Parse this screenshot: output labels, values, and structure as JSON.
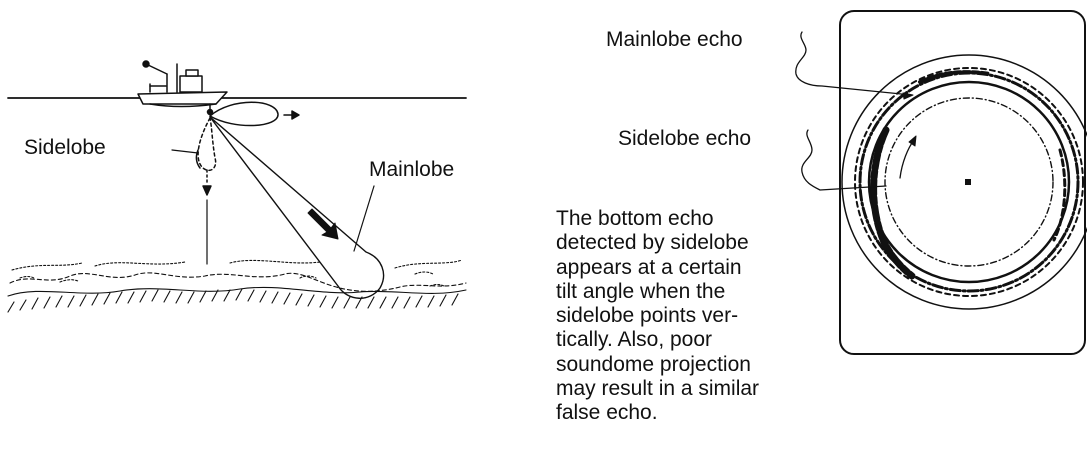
{
  "left_figure": {
    "sidelobe_label": "Sidelobe",
    "mainlobe_label": "Mainlobe"
  },
  "right_figure": {
    "mainlobe_echo_label": "Mainlobe echo",
    "sidelobe_echo_label": "Sidelobe echo"
  },
  "note": {
    "lines": [
      "The bottom echo",
      "detected by sidelobe",
      "appears at a certain",
      "tilt angle when the",
      "sidelobe points ver-",
      "tically. Also, poor",
      "soundome projection",
      "may result in a similar",
      "false echo."
    ]
  },
  "colors": {
    "ink": "#111111",
    "background": "#ffffff"
  },
  "icons": [
    "ship-icon",
    "arrow-right-icon",
    "arrow-down-icon",
    "mainlobe-direction-arrow-icon"
  ]
}
